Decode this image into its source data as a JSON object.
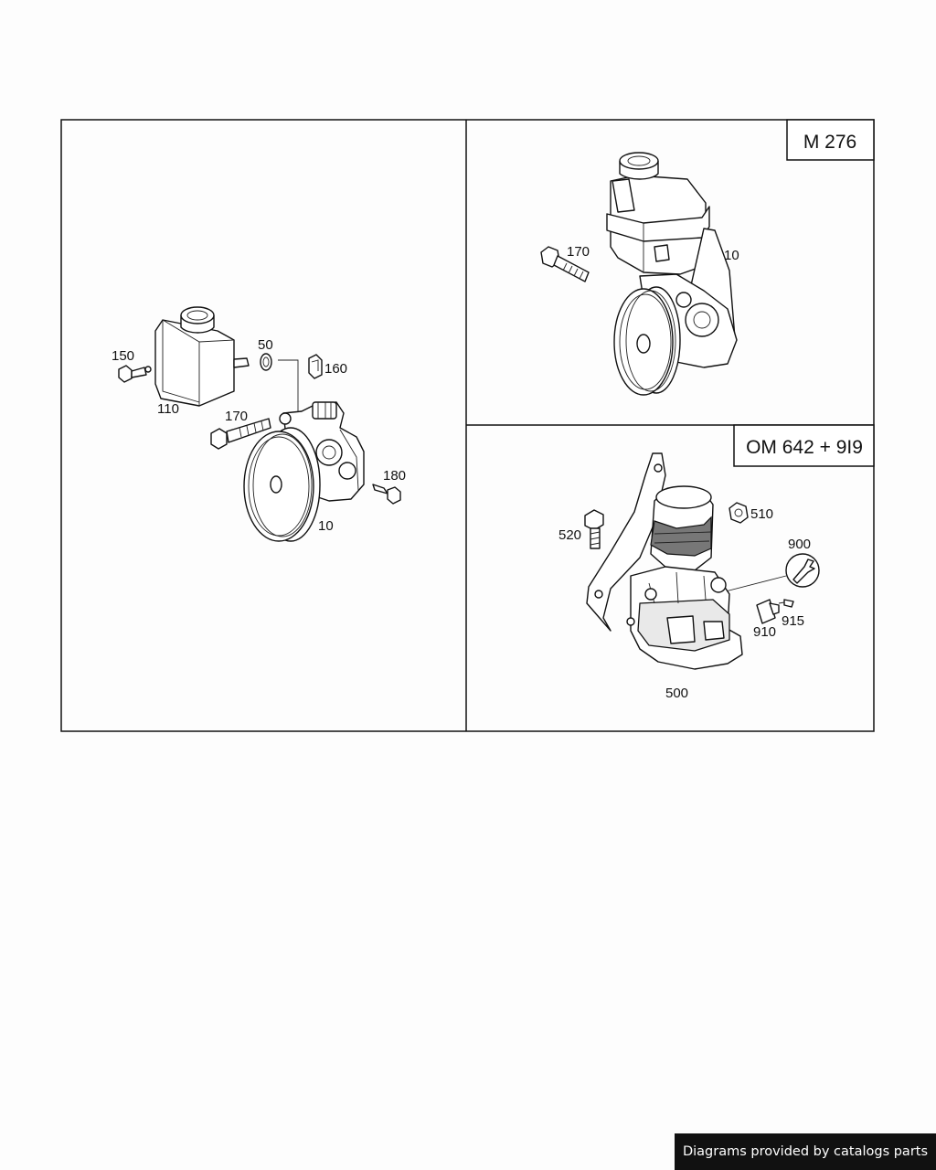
{
  "variants": {
    "m276": "M 276",
    "om642": "OM 642 + 9I9"
  },
  "callouts": {
    "left": {
      "p150": "150",
      "p110": "110",
      "p50": "50",
      "p160": "160",
      "p170": "170",
      "p180": "180",
      "p10": "10"
    },
    "top_right": {
      "p170": "170",
      "p10": "10"
    },
    "bottom_right": {
      "p520": "520",
      "p510": "510",
      "p900": "900",
      "p910": "910",
      "p915": "915",
      "p500": "500"
    }
  },
  "footer": {
    "credit": "Diagrams provided by catalogs parts"
  }
}
